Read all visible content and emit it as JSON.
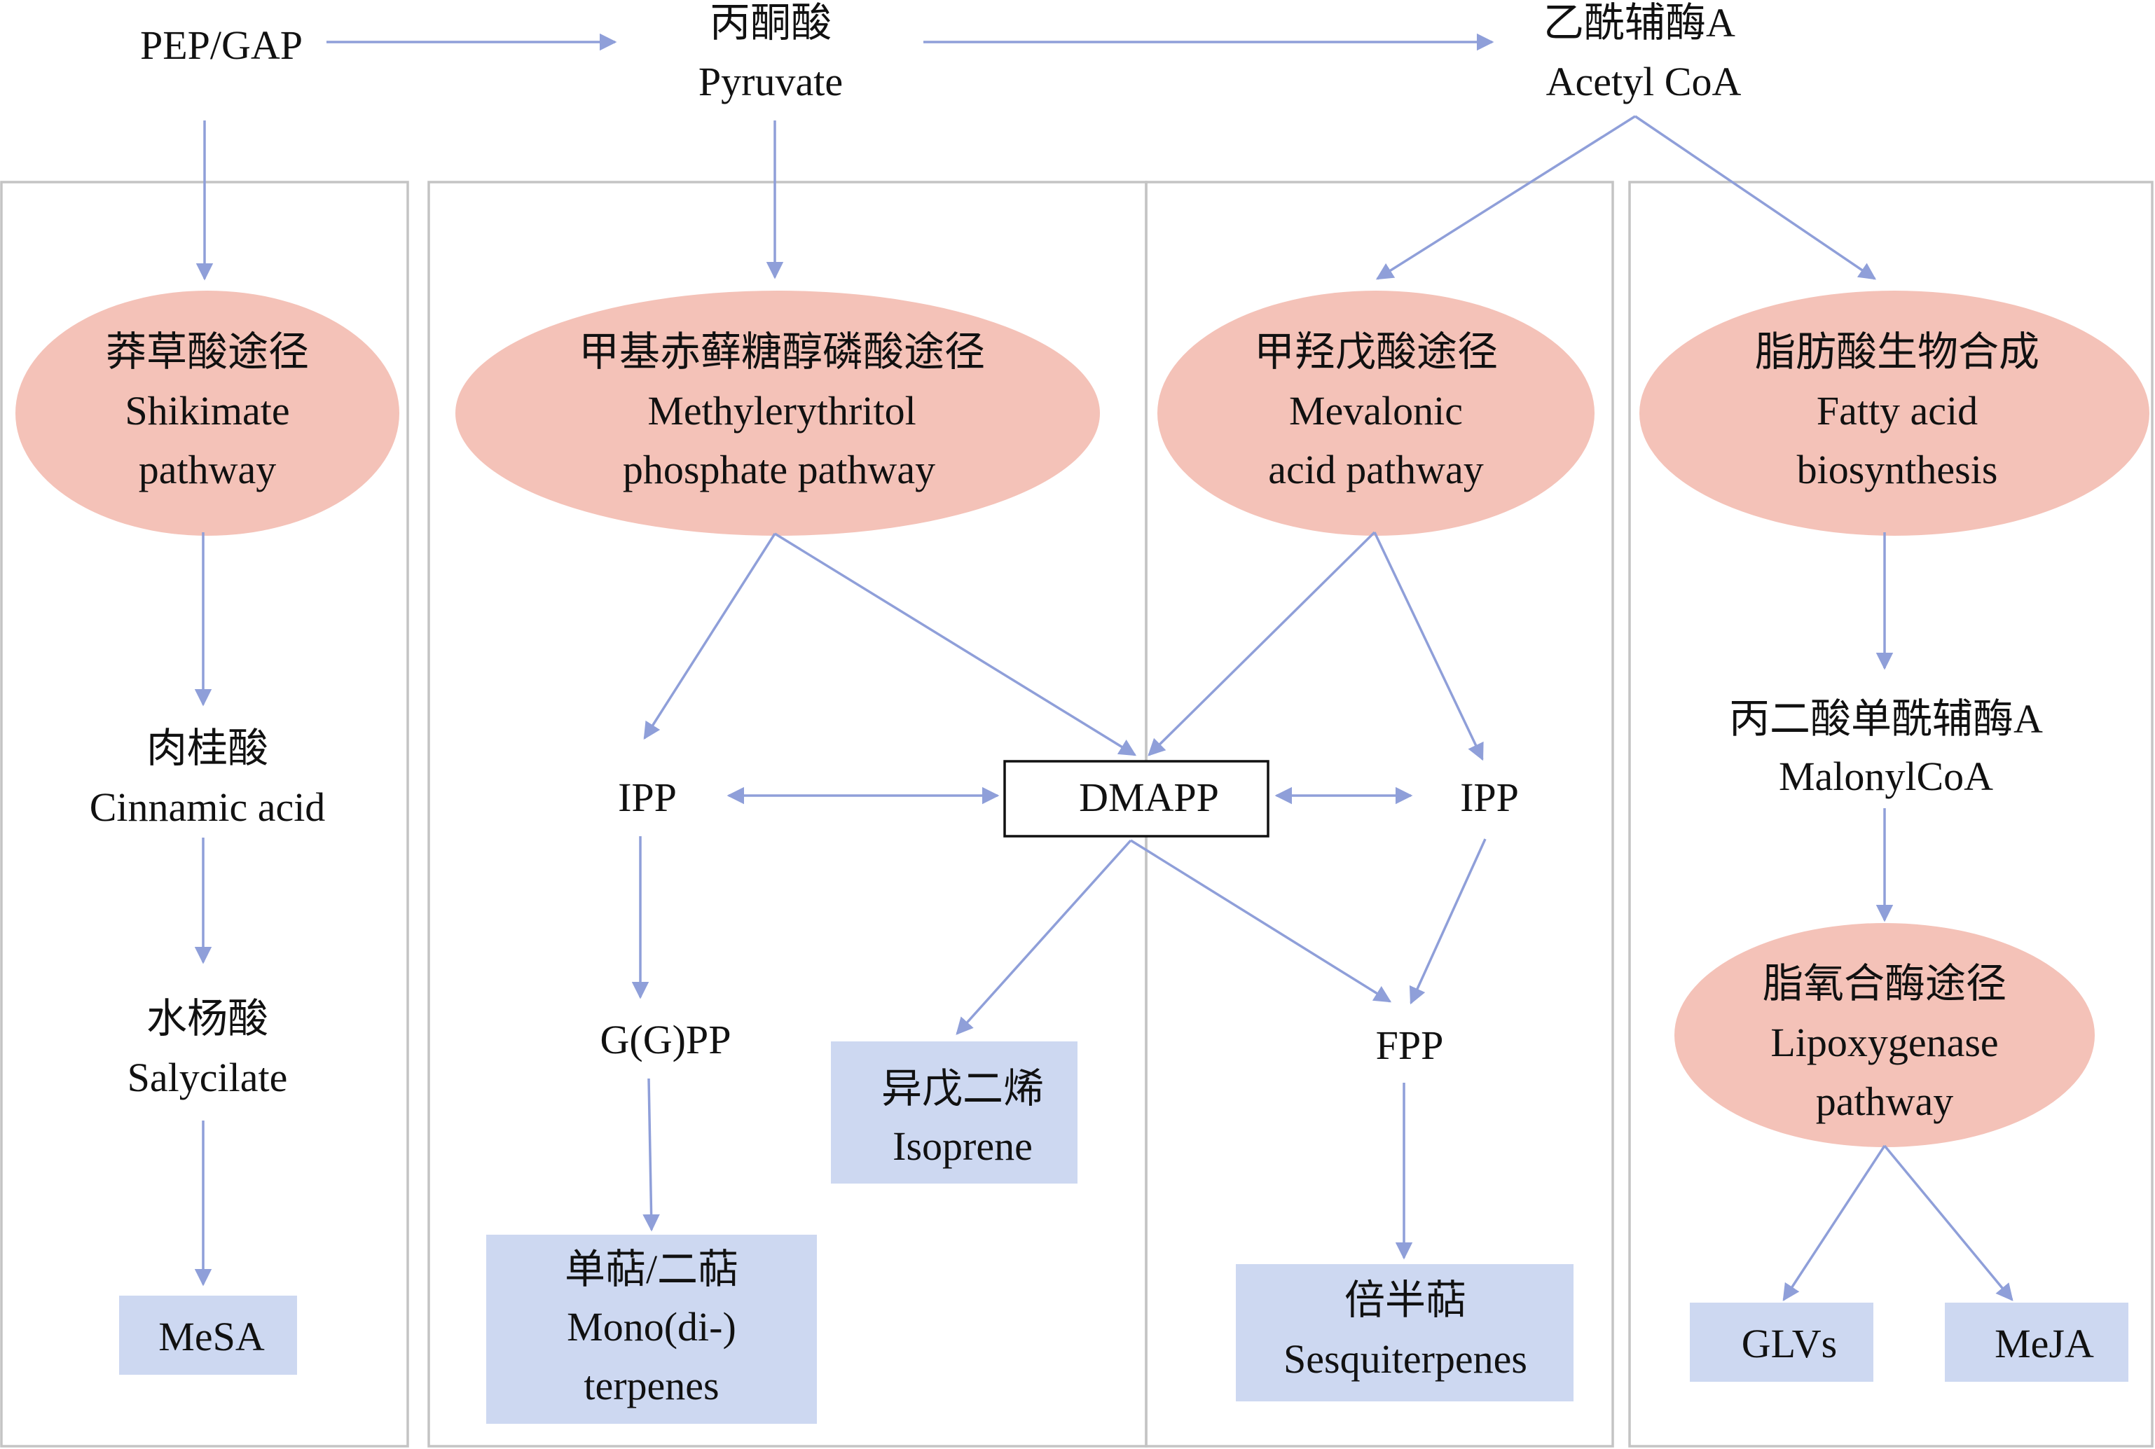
{
  "top": {
    "pep_gap": "PEP/GAP",
    "pyruvate_cn": "丙酮酸",
    "pyruvate_en": "Pyruvate",
    "acetyl_cn": "乙酰辅酶A",
    "acetyl_en": "Acetyl CoA"
  },
  "shikimate": {
    "pathway_cn": "莽草酸途径",
    "pathway_en1": "Shikimate",
    "pathway_en2": "pathway",
    "cinnamic_cn": "肉桂酸",
    "cinnamic_en": "Cinnamic acid",
    "salicylate_cn": "水杨酸",
    "salicylate_en": "Salycilate",
    "product": "MeSA"
  },
  "mep": {
    "pathway_cn": "甲基赤藓糖醇磷酸途径",
    "pathway_en1": "Methylerythritol",
    "pathway_en2": "phosphate pathway",
    "ipp": "IPP",
    "ggpp": "G(G)PP",
    "dmapp": "DMAPP",
    "isoprene_cn": "异戊二烯",
    "isoprene_en": "Isoprene",
    "terp_cn": "单萜/二萜",
    "terp_en1": "Mono(di-)",
    "terp_en2": "terpenes"
  },
  "mva": {
    "pathway_cn": "甲羟戊酸途径",
    "pathway_en1": "Mevalonic",
    "pathway_en2": "acid pathway",
    "ipp": "IPP",
    "fpp": "FPP",
    "sesq_cn": "倍半萜",
    "sesq_en": "Sesquiterpenes"
  },
  "fatty": {
    "pathway_cn": "脂肪酸生物合成",
    "pathway_en1": "Fatty acid",
    "pathway_en2": "biosynthesis",
    "malonyl_cn": "丙二酸单酰辅酶A",
    "malonyl_en": "MalonylCoA",
    "lox_cn": "脂氧合酶途径",
    "lox_en1": "Lipoxygenase",
    "lox_en2": "pathway",
    "glvs": "GLVs",
    "meja": "MeJA"
  },
  "colors": {
    "arrow": "#8f9fd9",
    "pathway_oval": "#f4c2b8",
    "product_box": "#cdd8f1",
    "panel_border": "#c4c4c4"
  }
}
